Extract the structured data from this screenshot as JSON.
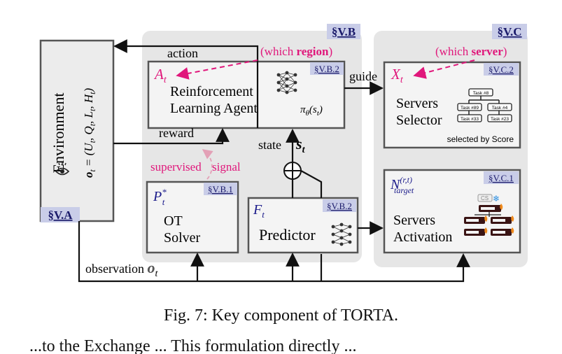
{
  "sections": {
    "env": "§V.A",
    "rl": "§V.B",
    "sel": "§V.C",
    "agent": "§V.B.2",
    "solver": "§V.B.1",
    "predictor": "§V.B.2",
    "selector": "§V.C.2",
    "activation": "§V.C.1"
  },
  "environment": {
    "title": "Environment",
    "obs_lhs": "o",
    "obs_sub": "t",
    "obs_rhs": " = (U",
    "obs_terms": [
      "Q",
      "L",
      "H"
    ],
    "icon": "eye-icon"
  },
  "agent": {
    "symbol": "A",
    "sub": "t",
    "line1": "Reinforcement",
    "line2": "Learning Agent",
    "policy": "π",
    "policy_sub": "θ",
    "policy_arg": "(s",
    "icon": "neural-network-icon"
  },
  "solver": {
    "symbol": "P",
    "sup": "*",
    "sub": "t",
    "line1": "OT",
    "line2": "Solver"
  },
  "predictor": {
    "symbol": "F",
    "sub": "t",
    "label": "Predictor",
    "icon": "neural-network-icon"
  },
  "selector": {
    "symbol": "X",
    "sub": "t",
    "line1": "Servers",
    "line2": "Selector",
    "note": "selected by Score",
    "tasks": [
      "Task #8",
      "Task #89",
      "Task #4",
      "Task #33",
      "Task #23"
    ]
  },
  "activation": {
    "symbol": "N",
    "sup": "(r,t)",
    "sub": "target",
    "line1": "Servers",
    "line2": "Activation",
    "badge": "CS",
    "icon": "server-rack-icon"
  },
  "labels": {
    "action": "action",
    "which_region_pre": "(which ",
    "which_region_key": "region",
    "which_server_pre": "(which ",
    "which_server_key": "server",
    "close": ")",
    "guide": "guide",
    "reward": "reward",
    "state": "state",
    "state_sym": "s",
    "state_sub": "t",
    "supervised": "supervised",
    "signal": "signal",
    "observation": "observation",
    "obs_sym": "o",
    "obs_sub": "t"
  },
  "colors": {
    "accent": "#e0177b",
    "accent_light": "#e3a0b6",
    "section_fill": "#e6e6e6",
    "box_stroke": "#555555",
    "link": "#2a2aa0"
  },
  "caption": "Fig. 7: Key component of TORTA.",
  "cut_text": "...to the Exchange ... This formulation directly ..."
}
